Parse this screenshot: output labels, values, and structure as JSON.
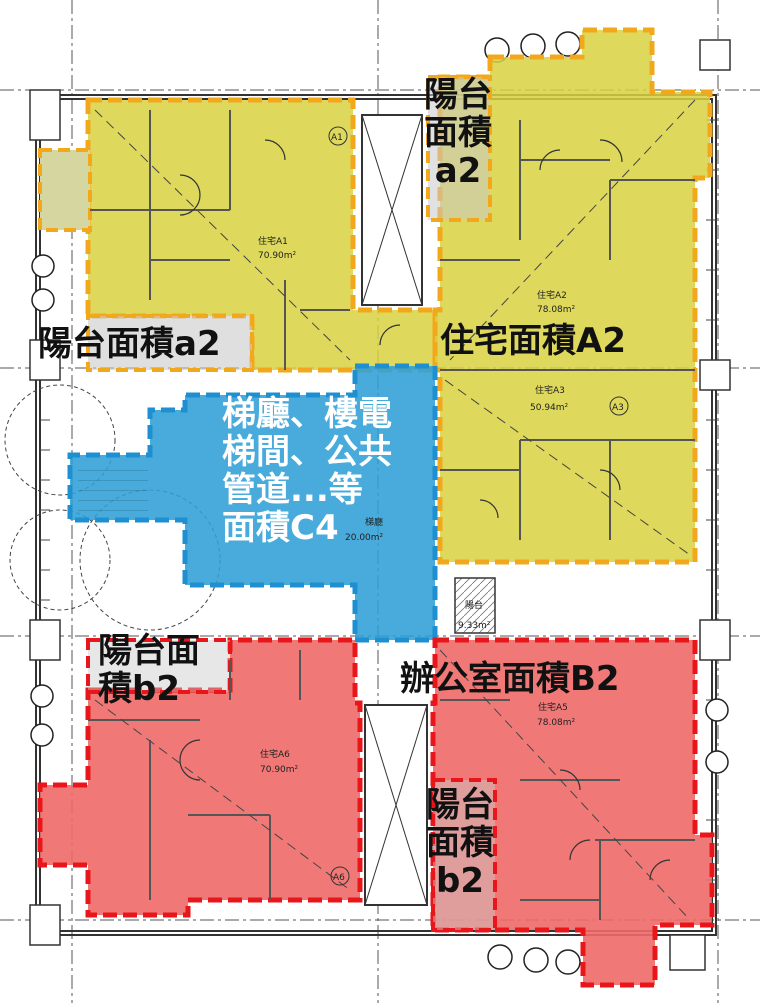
{
  "colors": {
    "residential": "#d8d23f",
    "residential_border": "#f2a81c",
    "common": "#2f9fd6",
    "common_border": "#1e8fd0",
    "office": "#ee6a68",
    "office_border": "#e8161a",
    "balcony_fill": "#c9c9c9"
  },
  "labels": {
    "balcony_a2_top": [
      "陽台",
      "面積",
      "a2"
    ],
    "balcony_a2_left": "陽台面積a2",
    "residential_a2": "住宅面積A2",
    "common_c4": [
      "梯廳、樓電",
      "梯間、公共",
      "管道...等",
      "面積C4"
    ],
    "balcony_b2_left": [
      "陽台面",
      "積b2"
    ],
    "office_b2": "辦公室面積B2",
    "balcony_b2_right": [
      "陽台",
      "面積",
      "b2"
    ]
  },
  "plan_text": {
    "unit_a1": "住宅A1",
    "area_a1": "70.90m²",
    "unit_a2": "住宅A2",
    "area_a2": "78.08m²",
    "unit_a3": "住宅A3",
    "area_a3": "50.94m²",
    "unit_a5": "住宅A5",
    "area_a5": "78.08m²",
    "unit_a6": "住宅A6",
    "area_a6": "70.90m²",
    "common_area": "20.00m²",
    "small_area": "9.33m²",
    "lift_hall": "梯廳",
    "small_room": "陽台",
    "tag_a1": "A1",
    "tag_a3": "A3",
    "tag_a6": "A6"
  }
}
